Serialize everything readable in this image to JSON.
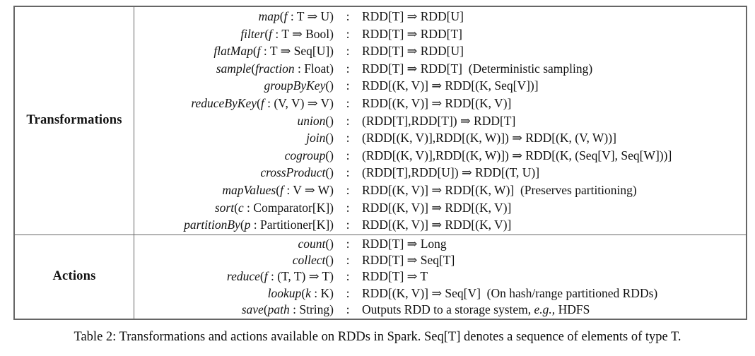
{
  "table": {
    "colon": ":",
    "sections": [
      {
        "label": "Transformations",
        "rows": [
          {
            "sig": [
              [
                "map",
                1
              ],
              [
                "(",
                0
              ],
              [
                "f",
                1
              ],
              [
                " : T ⇒ U)",
                0
              ]
            ],
            "res": [
              [
                "RDD[T] ⇒ RDD[U]",
                0
              ]
            ]
          },
          {
            "sig": [
              [
                "filter",
                1
              ],
              [
                "(",
                0
              ],
              [
                "f",
                1
              ],
              [
                " : T ⇒ Bool)",
                0
              ]
            ],
            "res": [
              [
                "RDD[T] ⇒ RDD[T]",
                0
              ]
            ]
          },
          {
            "sig": [
              [
                "flatMap",
                1
              ],
              [
                "(",
                0
              ],
              [
                "f",
                1
              ],
              [
                " : T ⇒ Seq[U])",
                0
              ]
            ],
            "res": [
              [
                "RDD[T] ⇒ RDD[U]",
                0
              ]
            ]
          },
          {
            "sig": [
              [
                "sample",
                1
              ],
              [
                "(",
                0
              ],
              [
                "fraction",
                1
              ],
              [
                " : Float)",
                0
              ]
            ],
            "res": [
              [
                "RDD[T] ⇒ RDD[T] (Deterministic sampling)",
                0
              ]
            ]
          },
          {
            "sig": [
              [
                "groupByKey",
                1
              ],
              [
                "()",
                0
              ]
            ],
            "res": [
              [
                "RDD[(K, V)] ⇒ RDD[(K, Seq[V])]",
                0
              ]
            ]
          },
          {
            "sig": [
              [
                "reduceByKey",
                1
              ],
              [
                "(",
                0
              ],
              [
                "f",
                1
              ],
              [
                " : (V, V) ⇒ V)",
                0
              ]
            ],
            "res": [
              [
                "RDD[(K, V)] ⇒ RDD[(K, V)]",
                0
              ]
            ]
          },
          {
            "sig": [
              [
                "union",
                1
              ],
              [
                "()",
                0
              ]
            ],
            "res": [
              [
                "(RDD[T],RDD[T]) ⇒ RDD[T]",
                0
              ]
            ]
          },
          {
            "sig": [
              [
                "join",
                1
              ],
              [
                "()",
                0
              ]
            ],
            "res": [
              [
                "(RDD[(K, V)],RDD[(K, W)]) ⇒ RDD[(K, (V, W))]",
                0
              ]
            ]
          },
          {
            "sig": [
              [
                "cogroup",
                1
              ],
              [
                "()",
                0
              ]
            ],
            "res": [
              [
                "(RDD[(K, V)],RDD[(K, W)]) ⇒ RDD[(K, (Seq[V], Seq[W]))]",
                0
              ]
            ]
          },
          {
            "sig": [
              [
                "crossProduct",
                1
              ],
              [
                "()",
                0
              ]
            ],
            "res": [
              [
                "(RDD[T],RDD[U]) ⇒ RDD[(T, U)]",
                0
              ]
            ]
          },
          {
            "sig": [
              [
                "mapValues",
                1
              ],
              [
                "(",
                0
              ],
              [
                "f",
                1
              ],
              [
                " : V ⇒ W)",
                0
              ]
            ],
            "res": [
              [
                "RDD[(K, V)] ⇒ RDD[(K, W)] (Preserves partitioning)",
                0
              ]
            ]
          },
          {
            "sig": [
              [
                "sort",
                1
              ],
              [
                "(",
                0
              ],
              [
                "c",
                1
              ],
              [
                " : Comparator[K])",
                0
              ]
            ],
            "res": [
              [
                "RDD[(K, V)] ⇒ RDD[(K, V)]",
                0
              ]
            ]
          },
          {
            "sig": [
              [
                "partitionBy",
                1
              ],
              [
                "(",
                0
              ],
              [
                "p",
                1
              ],
              [
                " : Partitioner[K])",
                0
              ]
            ],
            "res": [
              [
                "RDD[(K, V)] ⇒ RDD[(K, V)]",
                0
              ]
            ]
          }
        ]
      },
      {
        "label": "Actions",
        "rows": [
          {
            "sig": [
              [
                "count",
                1
              ],
              [
                "()",
                0
              ]
            ],
            "res": [
              [
                "RDD[T] ⇒ Long",
                0
              ]
            ]
          },
          {
            "sig": [
              [
                "collect",
                1
              ],
              [
                "()",
                0
              ]
            ],
            "res": [
              [
                "RDD[T] ⇒ Seq[T]",
                0
              ]
            ]
          },
          {
            "sig": [
              [
                "reduce",
                1
              ],
              [
                "(",
                0
              ],
              [
                "f",
                1
              ],
              [
                " : (T, T) ⇒ T)",
                0
              ]
            ],
            "res": [
              [
                "RDD[T] ⇒ T",
                0
              ]
            ]
          },
          {
            "sig": [
              [
                "lookup",
                1
              ],
              [
                "(",
                0
              ],
              [
                "k",
                1
              ],
              [
                " : K)",
                0
              ]
            ],
            "res": [
              [
                "RDD[(K, V)] ⇒ Seq[V] (On hash/range partitioned RDDs)",
                0
              ]
            ]
          },
          {
            "sig": [
              [
                "save",
                1
              ],
              [
                "(",
                0
              ],
              [
                "path",
                1
              ],
              [
                " : String)",
                0
              ]
            ],
            "res": [
              [
                "Outputs RDD to a storage system, ",
                0
              ],
              [
                "e.g.,",
                1
              ],
              [
                " HDFS",
                0
              ]
            ]
          }
        ]
      }
    ]
  },
  "caption": "Table 2: Transformations and actions available on RDDs in Spark. Seq[T] denotes a sequence of elements of type T."
}
